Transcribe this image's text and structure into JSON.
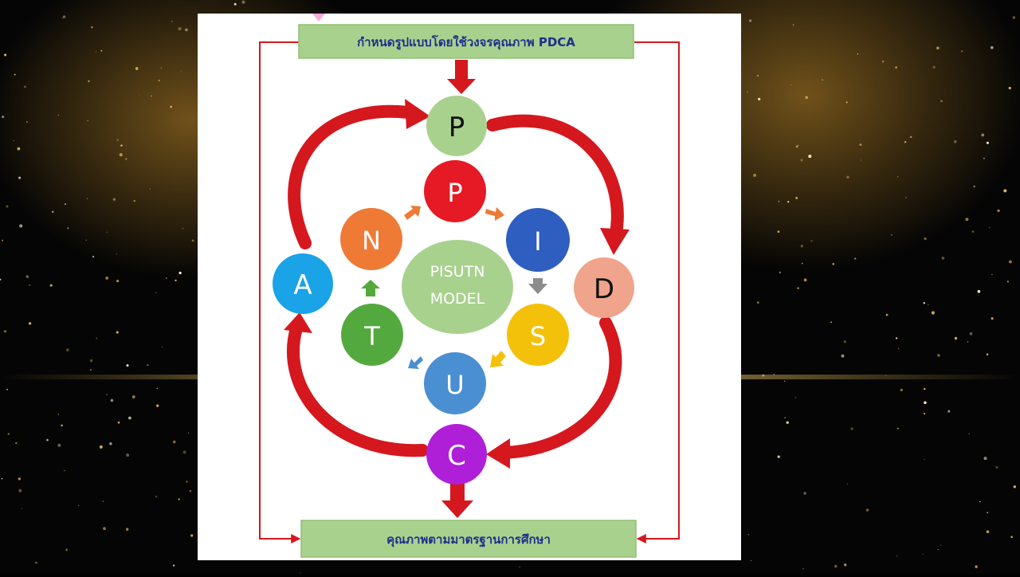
{
  "header_text": "กำหนดรูปแบบโดยใช้วงจรคุณภาพ PDCA",
  "footer_text": "คุณภาพตามมาตรฐานการศึกษา",
  "center_line1": "PISUTN",
  "center_line2": "MODEL",
  "pdca": {
    "p": "P",
    "d": "D",
    "c": "C",
    "a": "A"
  },
  "inner": {
    "p": "P",
    "i": "I",
    "s": "S",
    "u": "U",
    "t": "T",
    "n": "N"
  },
  "colors": {
    "pdca_p": "#a9d18e",
    "pdca_d": "#f0a48b",
    "pdca_c": "#b01fd8",
    "pdca_a": "#1aa3e6",
    "inner_p": "#e51a24",
    "inner_i": "#2d5ec0",
    "inner_s": "#f3c10a",
    "inner_u": "#4a8fd1",
    "inner_t": "#54a93e",
    "inner_n": "#ee7a35",
    "center": "#a9d18e",
    "box": "#a9d18e",
    "red": "#d5171e"
  }
}
